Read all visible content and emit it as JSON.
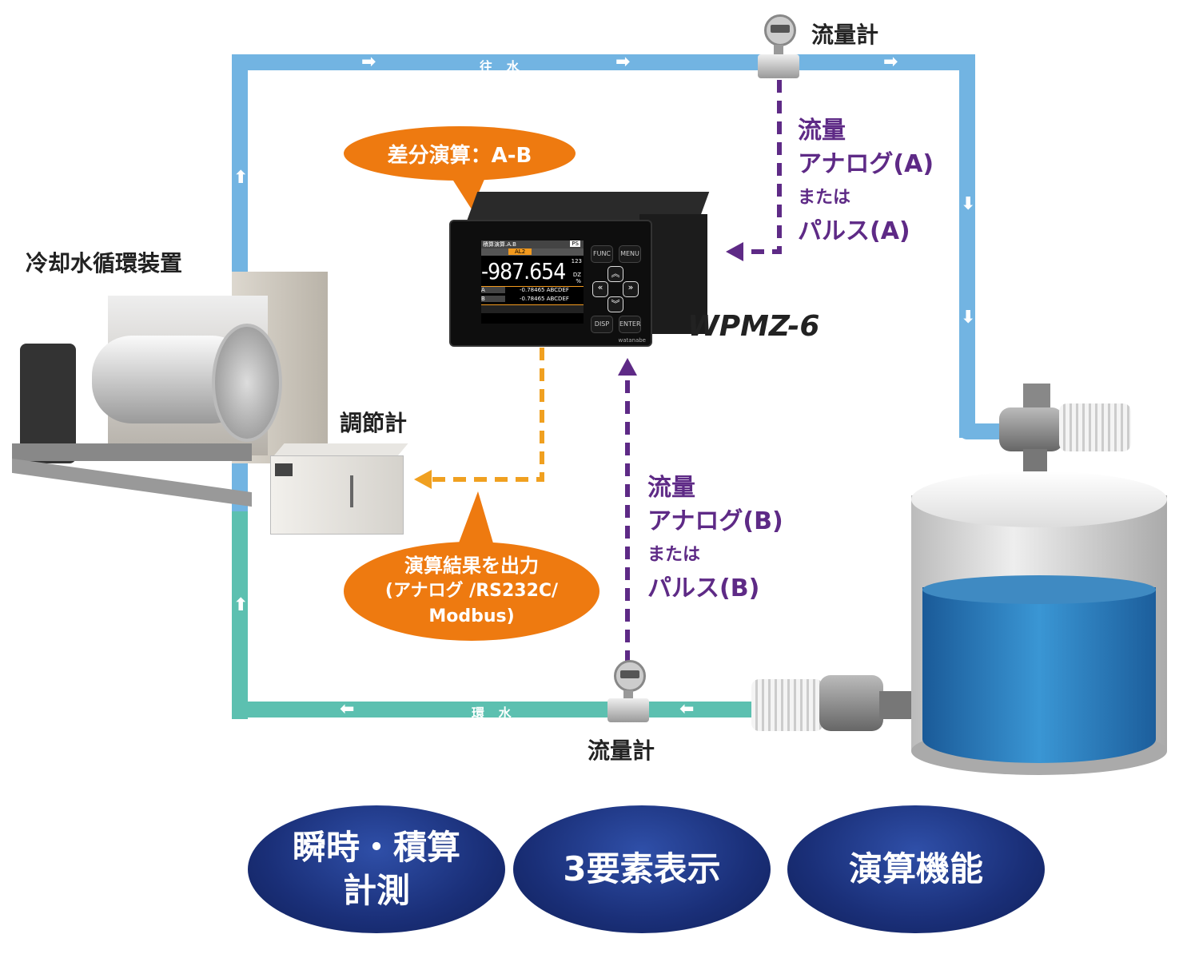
{
  "pipes": {
    "supply_label": "往 水",
    "return_label": "環 水"
  },
  "labels": {
    "cooling_unit": "冷却水循環装置",
    "controller": "調節計",
    "flowmeter_top": "流量計",
    "flowmeter_bottom": "流量計"
  },
  "signal_a": {
    "line1": "流量",
    "line2": "アナログ(A)",
    "line3": "または",
    "line4": "パルス(A)"
  },
  "signal_b": {
    "line1": "流量",
    "line2": "アナログ(B)",
    "line3": "または",
    "line4": "パルス(B)"
  },
  "callouts": {
    "diff": "差分演算：A-B",
    "output_line1": "演算結果を出力",
    "output_line2": "(アナログ /RS232C/",
    "output_line3": "Modbus)"
  },
  "device": {
    "model": "WPMZ-6",
    "screen_title": "積算演算.A.B",
    "badge": "PS",
    "alarm": "AL2",
    "main_value": "-987.654",
    "counter": "123",
    "unit1": "DZ",
    "unit2": "%",
    "row_a_label": "A",
    "row_a_value": "-0.78465 ABCDEF",
    "row_b_label": "B",
    "row_b_value": "-0.78465 ABCDEF",
    "buttons": [
      "FUNC",
      "MENU",
      "DISP",
      "ENTER"
    ],
    "brand": "watanabe"
  },
  "features": [
    {
      "line1": "瞬時・積算",
      "line2": "計測"
    },
    {
      "line1": "3要素表示"
    },
    {
      "line1": "演算機能"
    }
  ],
  "colors": {
    "supply": "#72b4e2",
    "return": "#5cc0b0",
    "signal": "#5e2a86",
    "output": "#f0a020",
    "callout": "#ee7a10",
    "feature": "#1a2f78"
  }
}
